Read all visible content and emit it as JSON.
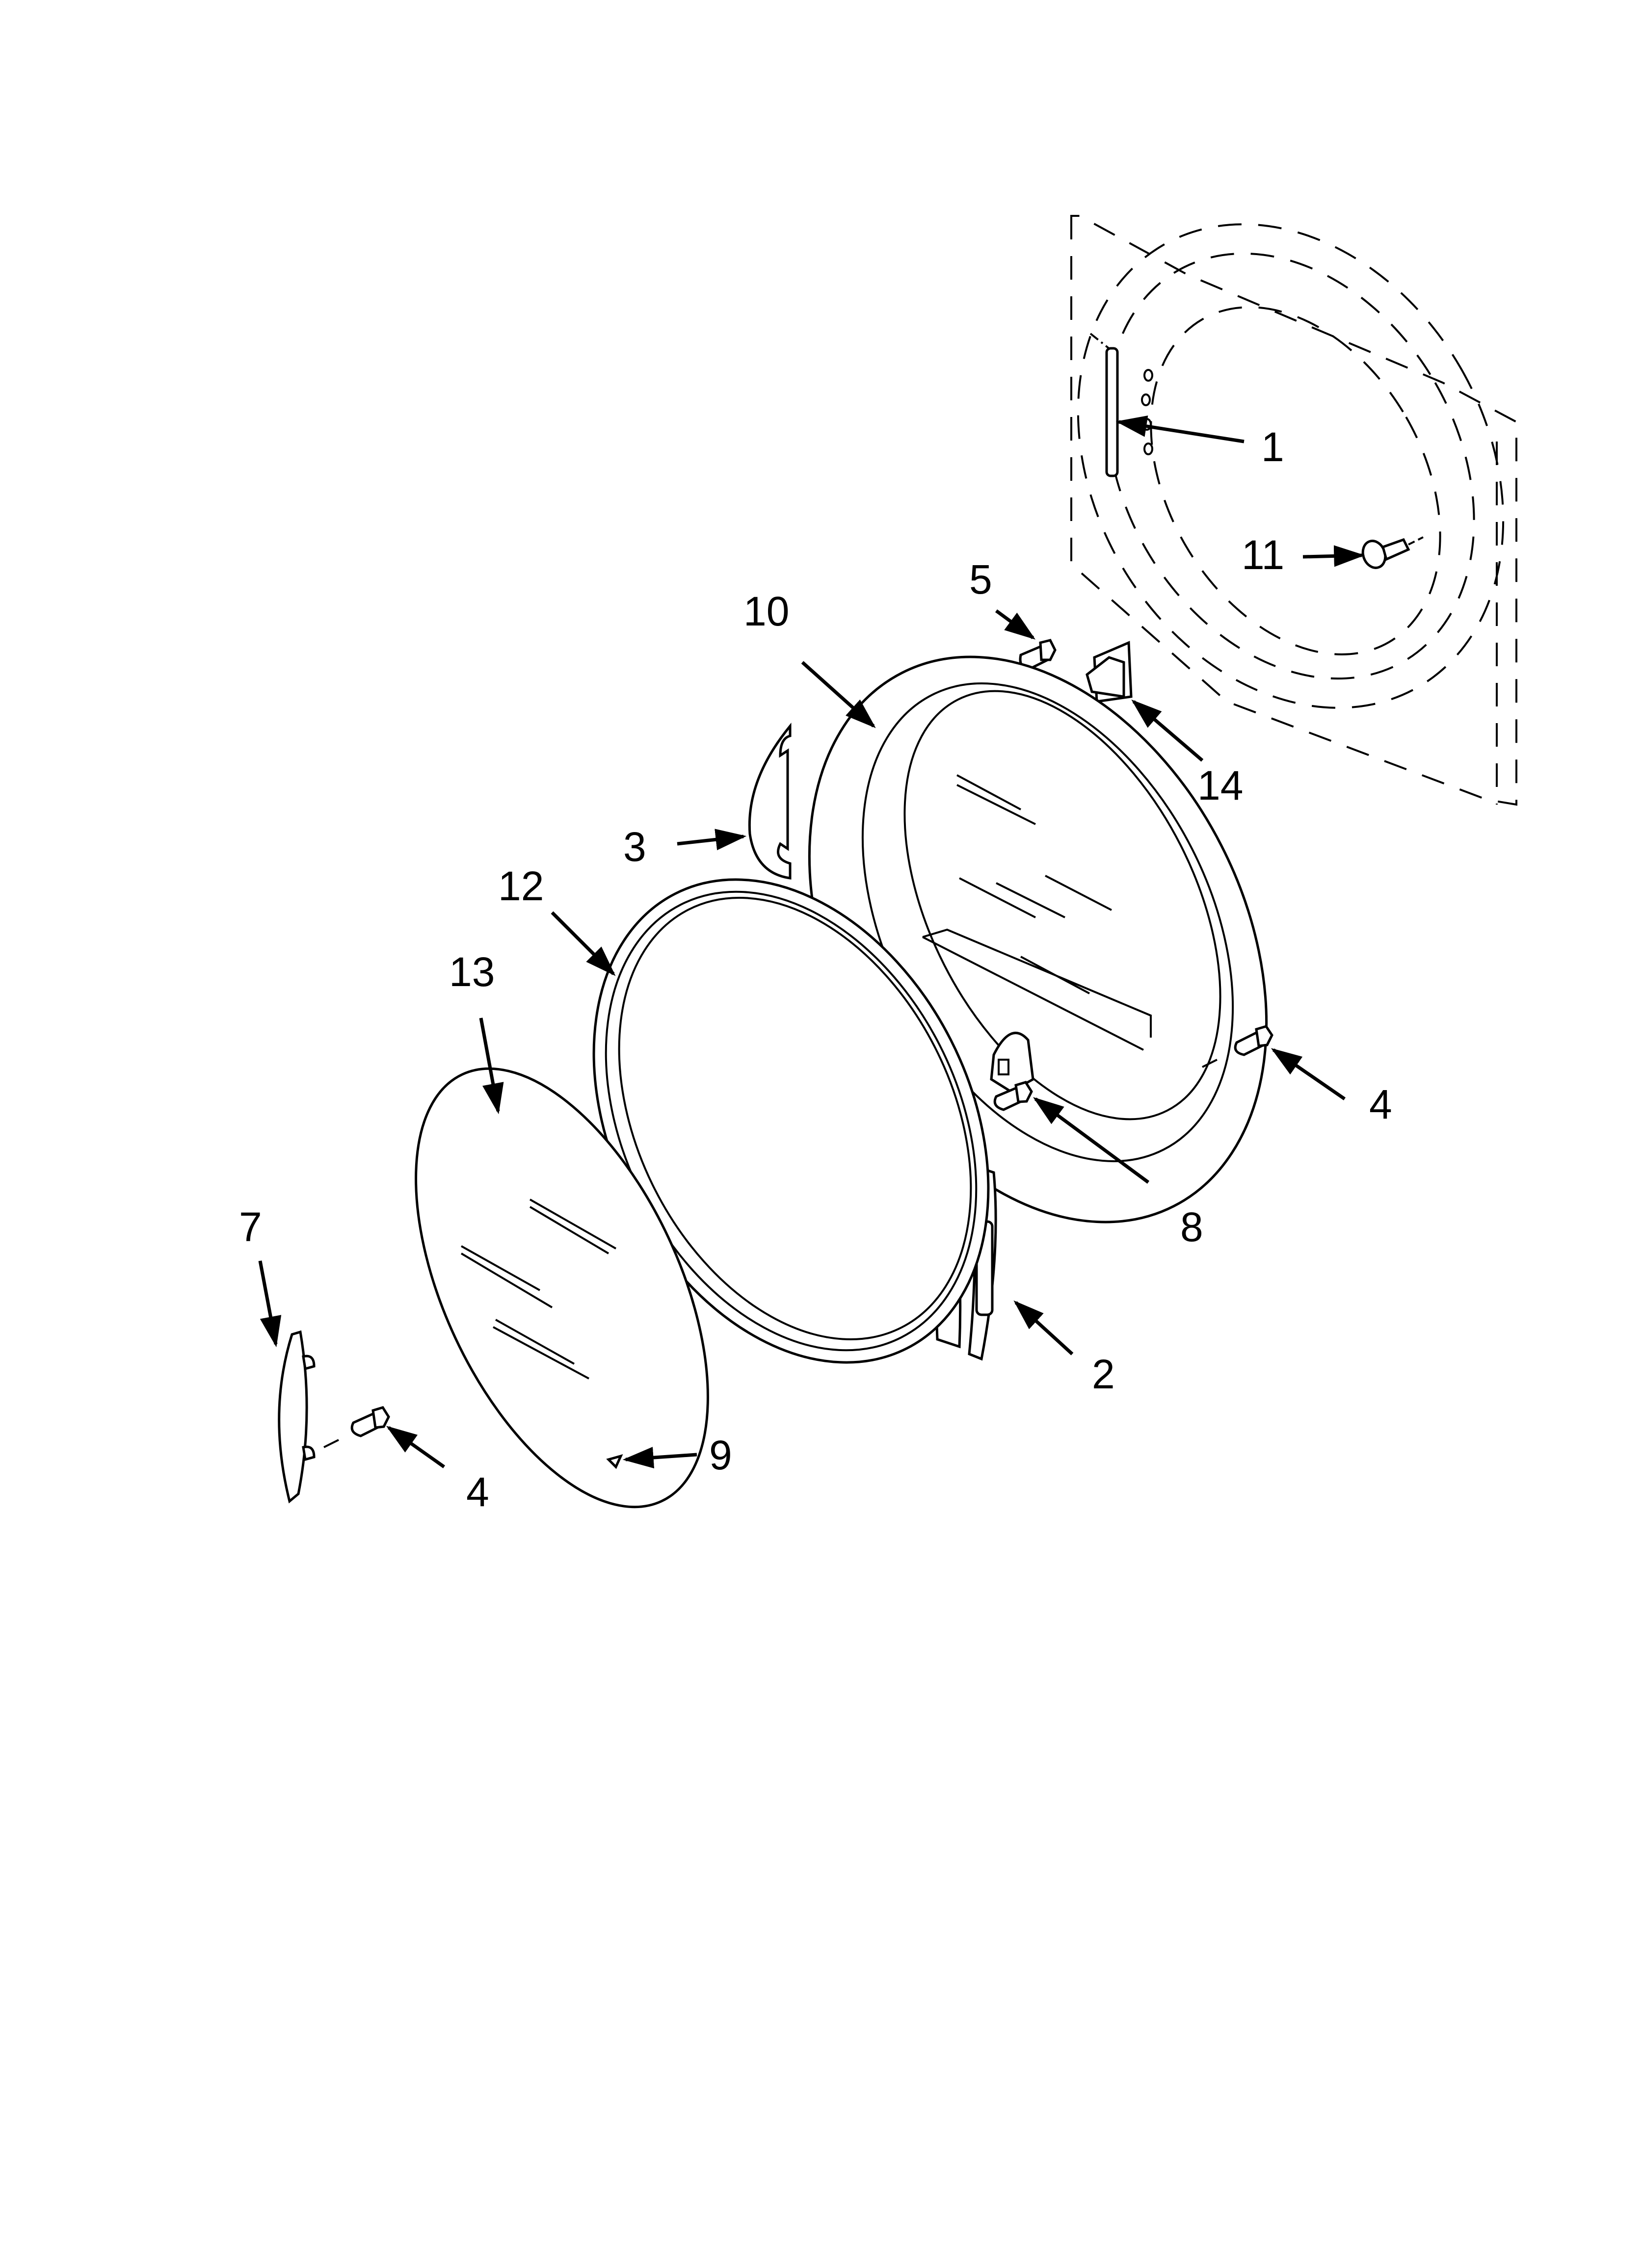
{
  "diagram": {
    "type": "exploded-parts-diagram",
    "subject": "dryer door assembly",
    "background": "#ffffff",
    "line_color": "#000000",
    "callouts": [
      {
        "id": "c1",
        "label": "1",
        "part": "door-strike-or-hinge-plate-on-cabinet"
      },
      {
        "id": "c2",
        "label": "2",
        "part": "door-hinge"
      },
      {
        "id": "c3",
        "label": "3",
        "part": "door-hinge-cover"
      },
      {
        "id": "c4a",
        "label": "4",
        "part": "screw-right"
      },
      {
        "id": "c4b",
        "label": "4",
        "part": "screw-handle"
      },
      {
        "id": "c5",
        "label": "5",
        "part": "screw-top"
      },
      {
        "id": "c7",
        "label": "7",
        "part": "door-handle"
      },
      {
        "id": "c8",
        "label": "8",
        "part": "screw-hinge"
      },
      {
        "id": "c9",
        "label": "9",
        "part": "glass-retainer-clip"
      },
      {
        "id": "c10",
        "label": "10",
        "part": "outer-door-frame"
      },
      {
        "id": "c11",
        "label": "11",
        "part": "cabinet-screw"
      },
      {
        "id": "c12",
        "label": "12",
        "part": "inner-door-ring"
      },
      {
        "id": "c13",
        "label": "13",
        "part": "door-glass"
      },
      {
        "id": "c14",
        "label": "14",
        "part": "door-catch"
      }
    ]
  }
}
